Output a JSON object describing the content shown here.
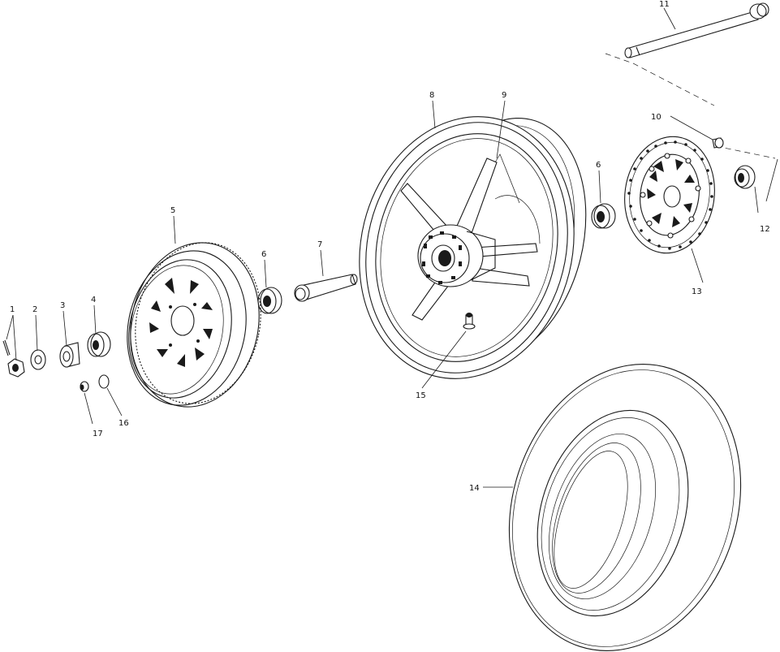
{
  "diagram": {
    "labels": [
      {
        "id": "part-1-nut",
        "text": "1"
      },
      {
        "id": "part-2-washer",
        "text": "2"
      },
      {
        "id": "part-3-spacer",
        "text": "3"
      },
      {
        "id": "part-4-bearing",
        "text": "4"
      },
      {
        "id": "part-5-sprocket",
        "text": "5"
      },
      {
        "id": "part-6-bearing-left",
        "text": "6"
      },
      {
        "id": "part-7-axle-spacer",
        "text": "7"
      },
      {
        "id": "part-8-wheel",
        "text": "8"
      },
      {
        "id": "part-9-wheel-rim",
        "text": "9"
      },
      {
        "id": "part-6-bearing-right",
        "text": "6"
      },
      {
        "id": "part-10-bolt",
        "text": "10"
      },
      {
        "id": "part-11-axle",
        "text": "11"
      },
      {
        "id": "part-12-spacer",
        "text": "12"
      },
      {
        "id": "part-13-brake-disc",
        "text": "13"
      },
      {
        "id": "part-14-tire",
        "text": "14"
      },
      {
        "id": "part-15-valve",
        "text": "15"
      },
      {
        "id": "part-16-washer",
        "text": "16"
      },
      {
        "id": "part-17-bushing",
        "text": "17"
      }
    ]
  }
}
